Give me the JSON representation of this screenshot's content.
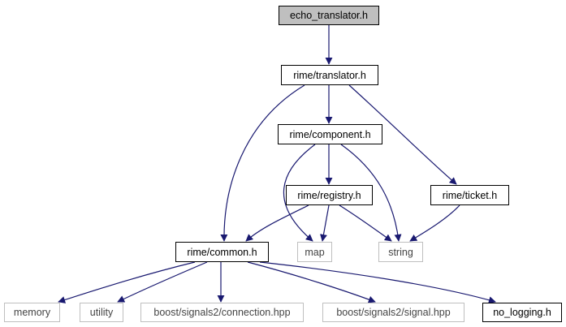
{
  "colors": {
    "edge": "#191970",
    "external_border": "#bfbfbf",
    "root_fill": "#bfbfbf"
  },
  "nodes": {
    "echo_translator": "echo_translator.h",
    "translator": "rime/translator.h",
    "component": "rime/component.h",
    "registry": "rime/registry.h",
    "ticket": "rime/ticket.h",
    "common": "rime/common.h",
    "map": "map",
    "string": "string",
    "memory": "memory",
    "utility": "utility",
    "connection": "boost/signals2/connection.hpp",
    "signal": "boost/signals2/signal.hpp",
    "no_logging": "no_logging.h"
  }
}
